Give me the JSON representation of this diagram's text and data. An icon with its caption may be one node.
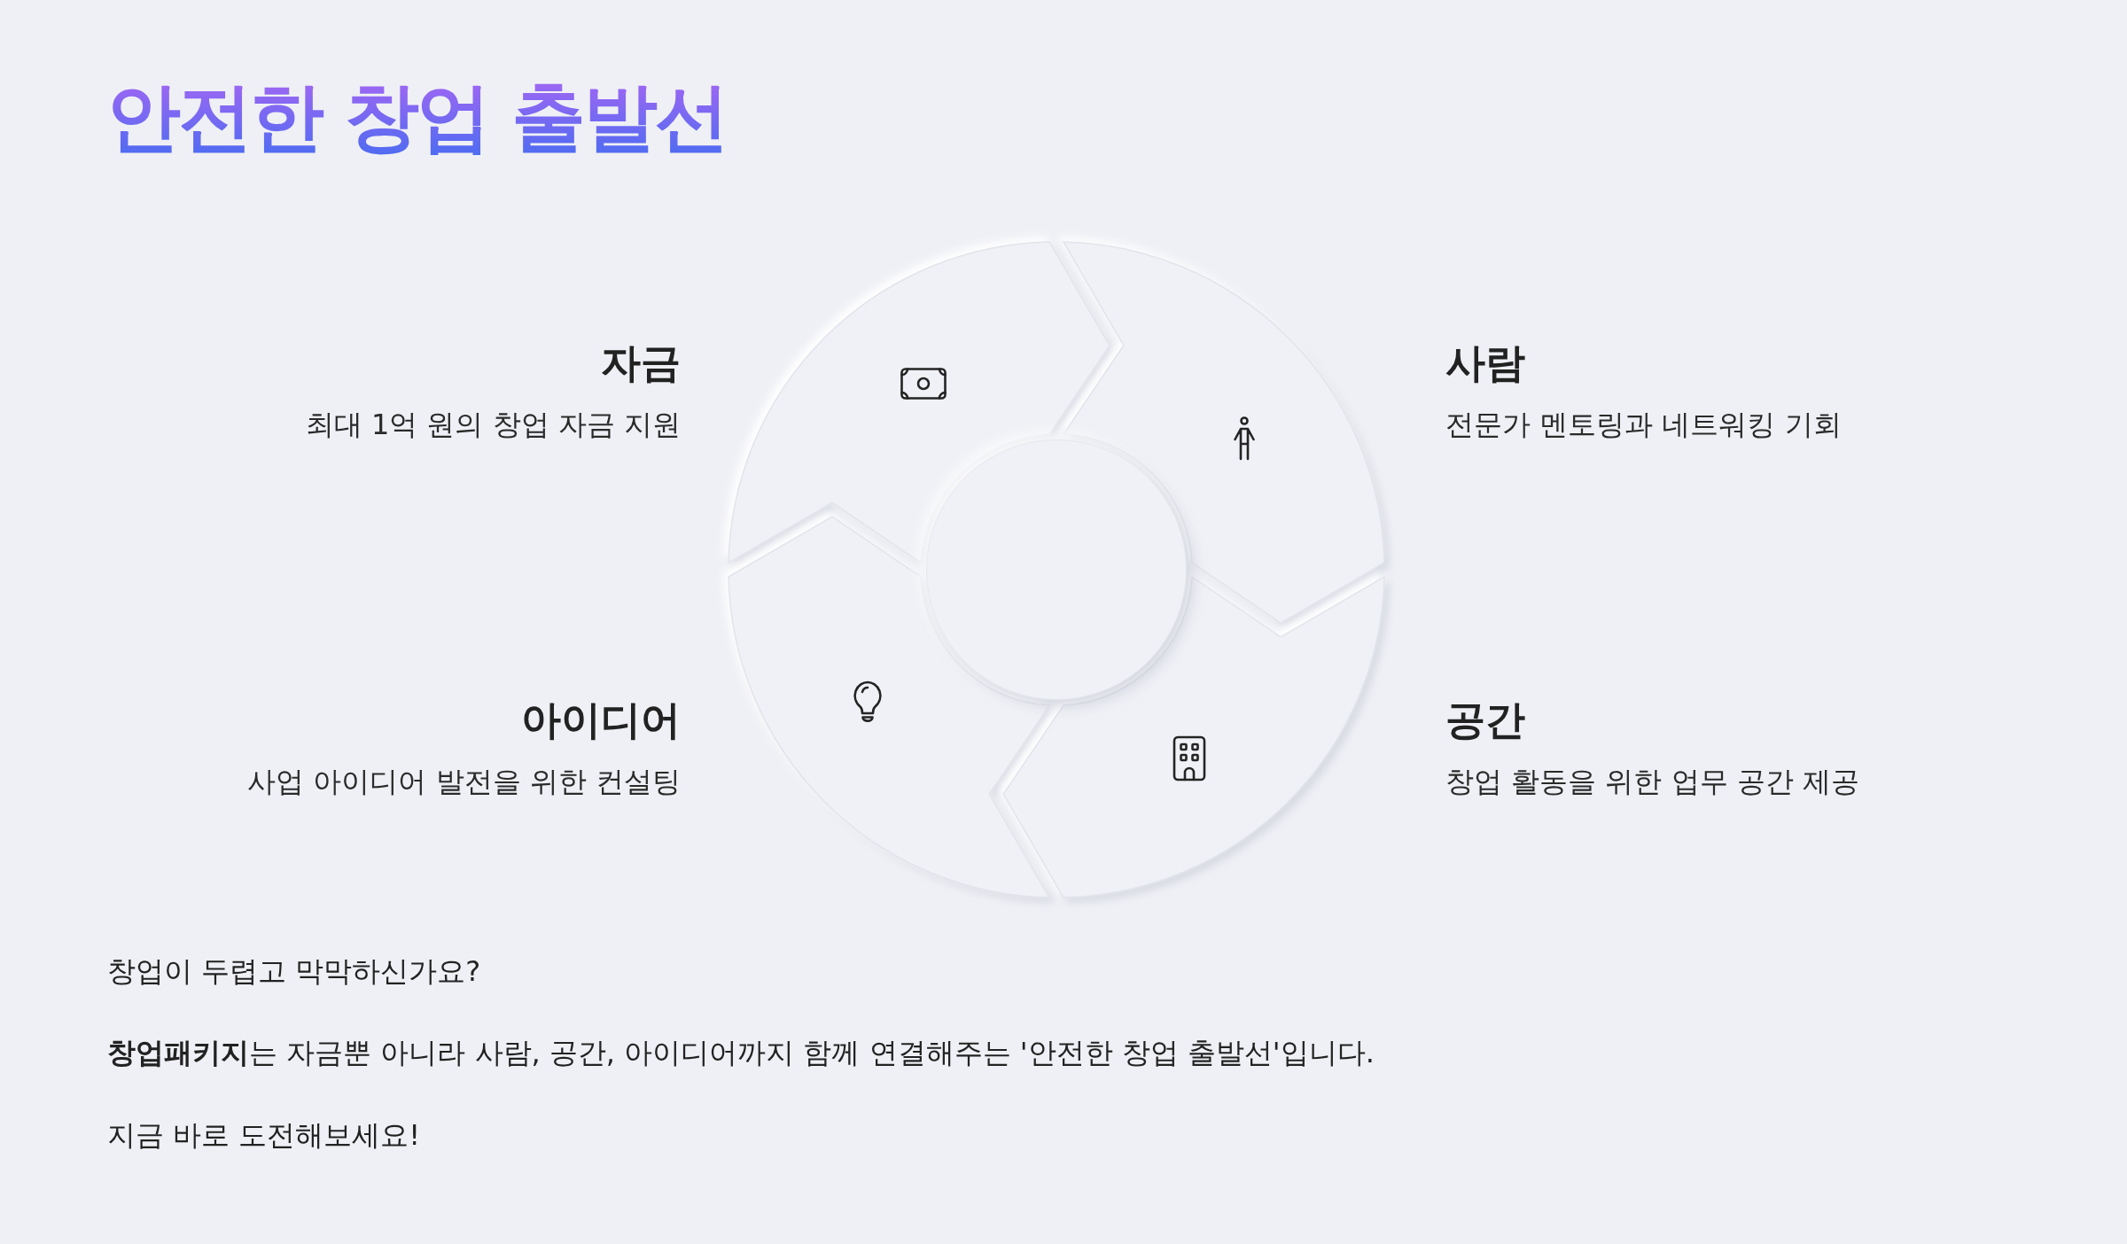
{
  "diagram": {
    "title": "안전한 창업 출발선",
    "nodes": [
      {
        "text": [],
        "shape": "arc",
        "beside": [
          "자금",
          "최대 1억 원의 창업 자금 지원"
        ]
      },
      {
        "text": [],
        "shape": "arc",
        "beside": [
          "사람",
          "전문가 멘토링과 네트워킹 기회"
        ]
      },
      {
        "text": [],
        "shape": "arc",
        "beside": [
          "아이디어",
          "사업 아이디어 발전을 위한 컨설팅"
        ]
      },
      {
        "text": [],
        "shape": "arc",
        "beside": [
          "공간",
          "창업 활동을 위한 업무 공간 제공"
        ]
      },
      {
        "text": [],
        "shape": "circle"
      }
    ],
    "labels": [
      "창업이 두렵고 막막하신가요?",
      "**창업패키지**는 자금뿐 아니라 사람, 공간, 아이디어까지 함께 연결해주는 '안전한 창업 출발선'입니다.",
      "지금 바로 도전해보세요!"
    ]
  }
}
